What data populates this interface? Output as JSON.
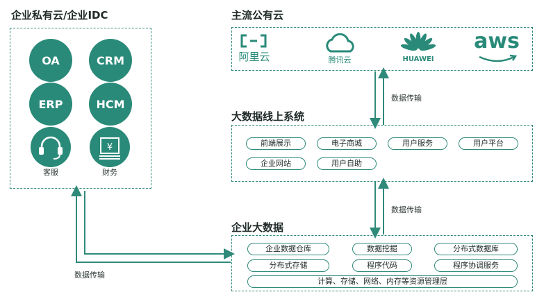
{
  "private": {
    "title": "企业私有云/企业IDC",
    "systems": [
      "OA",
      "CRM",
      "ERP",
      "HCM"
    ],
    "icons": [
      {
        "name": "headset-icon",
        "label": "客服"
      },
      {
        "name": "finance-icon",
        "label": "财务"
      }
    ]
  },
  "public_cloud": {
    "title": "主流公有云",
    "vendors": [
      {
        "name": "aliyun-logo",
        "label": "阿里云"
      },
      {
        "name": "tencent-cloud-logo",
        "label": "腾讯云"
      },
      {
        "name": "huawei-logo",
        "label": "HUAWEI"
      },
      {
        "name": "aws-logo",
        "label": "aws"
      }
    ]
  },
  "online_system": {
    "title": "大数据线上系统",
    "items": [
      "前端展示",
      "电子商城",
      "用户服务",
      "用户平台",
      "企业网站",
      "用户自助"
    ]
  },
  "enterprise_bigdata": {
    "title": "企业大数据",
    "items": [
      "企业数据仓库",
      "数据挖掘",
      "分布式数据库",
      "分布式存储",
      "程序代码",
      "程序协调服务"
    ],
    "bottom": "计算、存储、网络、内存等资源管理层"
  },
  "arrows": {
    "cloud_to_online": "数据传输",
    "online_to_bigdata": "数据传输",
    "bigdata_to_private": "数据传输"
  },
  "colors": {
    "primary": "#2a8a79",
    "border": "#2f8a7a"
  }
}
